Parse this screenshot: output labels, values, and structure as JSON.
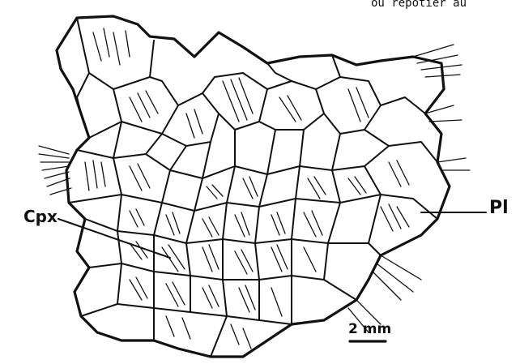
{
  "figure": {
    "top_text": "ou repotier au",
    "labels": {
      "plagioclase": "Pl",
      "clinopyroxene": "Cpx"
    },
    "scale_bar": {
      "label": "2 mm"
    }
  }
}
